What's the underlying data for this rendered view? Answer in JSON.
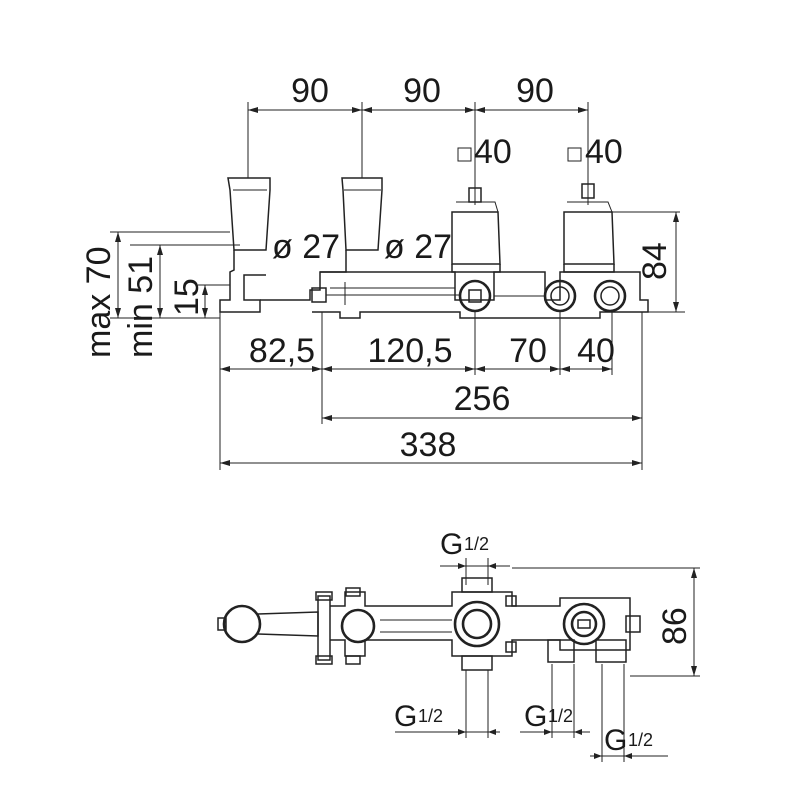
{
  "top_view": {
    "dims_top": [
      "90",
      "90",
      "90"
    ],
    "square_labels": [
      "40",
      "40"
    ],
    "diameters": [
      "ø 27",
      "ø 27"
    ],
    "left_vertical": [
      "max 70",
      "min 51",
      "15"
    ],
    "right_vertical": "84",
    "bottom_row": [
      "82,5",
      "120,5",
      "70",
      "40"
    ],
    "overall_1": "256",
    "overall_2": "338"
  },
  "bottom_view": {
    "thread_top": "G",
    "thread_bl": "G",
    "thread_bm": "G",
    "thread_br": "G",
    "fraction": "1/2",
    "right_dim": "86"
  }
}
